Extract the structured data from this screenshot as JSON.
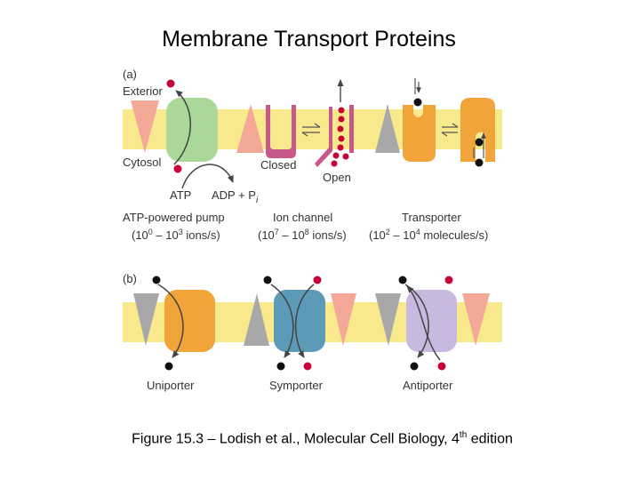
{
  "title": "Membrane Transport Proteins",
  "panel_a": {
    "label": "(a)",
    "exterior": "Exterior",
    "cytosol": "Cytosol",
    "atp": "ATP",
    "adp": "ADP + P",
    "adp_sub": "i",
    "closed": "Closed",
    "open": "Open",
    "pump": {
      "name": "ATP-powered pump",
      "rate": "(10",
      "rate_exp1": "0",
      "rate_mid": " – 10",
      "rate_exp2": "3",
      "rate_unit": " ions/s)"
    },
    "channel": {
      "name": "Ion channel",
      "rate": "(10",
      "rate_exp1": "7",
      "rate_mid": " – 10",
      "rate_exp2": "8",
      "rate_unit": " ions/s)"
    },
    "transporter": {
      "name": "Transporter",
      "rate": "(10",
      "rate_exp1": "2",
      "rate_mid": " – 10",
      "rate_exp2": "4",
      "rate_unit": " molecules/s)"
    }
  },
  "panel_b": {
    "label": "(b)",
    "uniporter": "Uniporter",
    "symporter": "Symporter",
    "antiporter": "Antiporter"
  },
  "caption": {
    "text": "Figure 15.3 – Lodish et al., Molecular Cell Biology, 4",
    "sup": "th",
    "tail": " edition"
  },
  "colors": {
    "membrane": "#f8e98c",
    "pump": "#a9d898",
    "channel": "#c8588a",
    "transporter": "#f1a43a",
    "symporter": "#5c9bb7",
    "antiporter": "#c9b8e0",
    "pink_gradient": "#f4a898",
    "gray_gradient": "#a8a8a8",
    "red_ion": "#c8003a",
    "black_ion": "#111111"
  }
}
